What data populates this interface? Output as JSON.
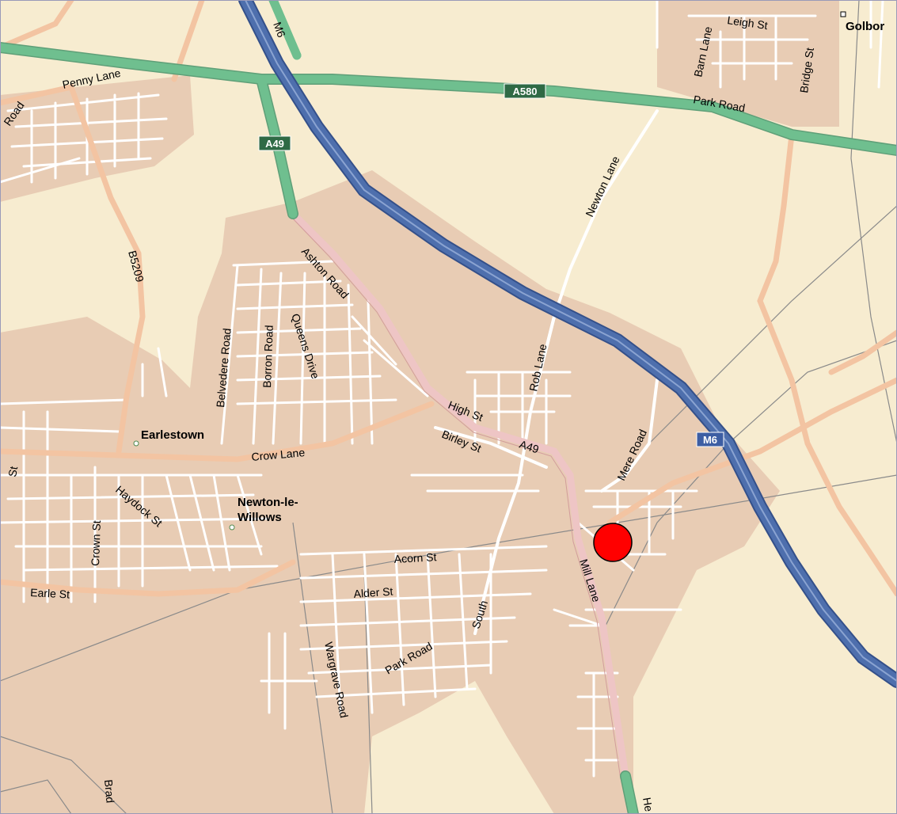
{
  "map": {
    "colors": {
      "background": "#f7ecd0",
      "urban": "#e8ccb4",
      "minor_road": "#ffffff",
      "b_road": "#f3c4a2",
      "a_road_green": "#6fbf8f",
      "a_road_pink": "#eec5c5",
      "motorway": "#4e6fad",
      "rail": "#8a8a8a",
      "marker": "#ff0000"
    },
    "road_shields": {
      "m6_top": "M6",
      "m6": "M6",
      "a580": "A580",
      "a49_north": "A49"
    },
    "road_labels": {
      "penny_lane": "Penny Lane",
      "road_west": "Road",
      "b5209": "B5209",
      "ashton_road": "Ashton Road",
      "belvedere_road": "Belvedere Road",
      "borron_road": "Borron Road",
      "queens_drive": "Queens Drive",
      "crow_lane": "Crow Lane",
      "high_st": "High St",
      "birley_st": "Birley St",
      "a49_central": "A49",
      "rob_lane": "Rob Lane",
      "newton_lane": "Newton Lane",
      "park_road_north": "Park Road",
      "barn_lane": "Barn Lane",
      "leigh_st": "Leigh St",
      "bridge_st": "Bridge St",
      "mere_road": "Mere Road",
      "haydock_st": "Haydock St",
      "crown_st": "Crown St",
      "st_west": "St",
      "earle_st": "Earle St",
      "acorn_st": "Acorn St",
      "alder_st": "Alder St",
      "park_road_south": "Park Road",
      "south": "South",
      "wargrave_road": "Wargrave Road",
      "mill_lane": "Mill Lane",
      "brad": "Brad",
      "he": "He"
    },
    "places": {
      "earlestown": "Earlestown",
      "newton_line1": "Newton-le-",
      "newton_line2": "Willows",
      "golborne": "Golbor"
    },
    "marker_name": "location-marker"
  }
}
